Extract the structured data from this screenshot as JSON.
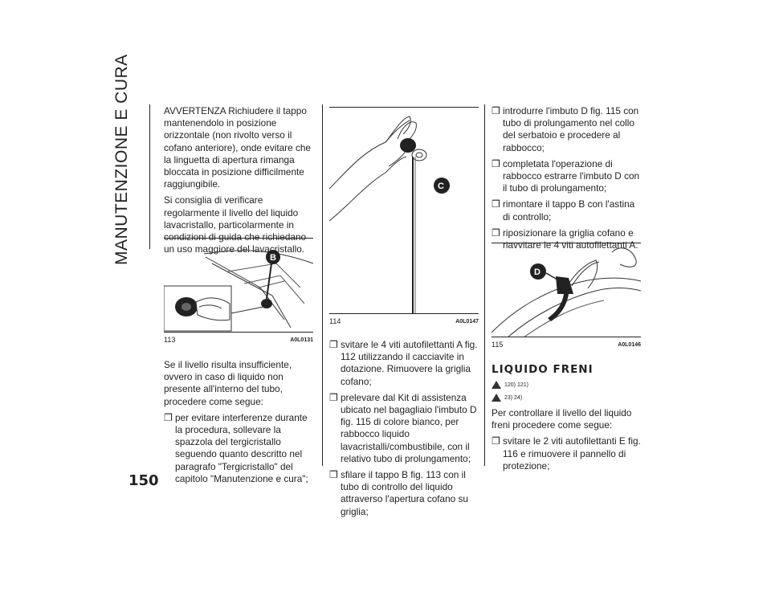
{
  "side_title": "MANUTENZIONE E CURA",
  "page_number": "150",
  "col1": {
    "p1": "AVVERTENZA Richiudere il tappo mantenendolo in posizione orizzontale (non rivolto verso il cofano anteriore), onde evitare che la linguetta di apertura rimanga bloccata in posizione difficilmente raggiungibile.",
    "p2": "Si consiglia di verificare regolarmente il livello del liquido lavacristallo, particolarmente in condizioni di guida che richiedano un uso maggiore del lavacristallo.",
    "fig": {
      "num": "113",
      "code": "A0L0131",
      "label": "B"
    },
    "p3": "Se il livello risulta insufficiente, ovvero in caso di liquido non presente all'interno del tubo, procedere come segue:",
    "b1": "per evitare interferenze durante la procedura, sollevare la spazzola del tergicristallo seguendo quanto descritto nel paragrafo \"Tergicristallo\" del capitolo \"Manutenzione e cura\";"
  },
  "col2": {
    "fig": {
      "num": "114",
      "code": "A0L0147",
      "label": "C"
    },
    "b1": "svitare le 4 viti autofilettanti A fig. 112 utilizzando il cacciavite in dotazione. Rimuovere la griglia cofano;",
    "b2": "prelevare dal Kit di assistenza ubicato nel bagagliaio l'imbuto D fig. 115 di colore bianco, per rabbocco liquido lavacristalli/combustibile, con il relativo tubo di prolungamento;",
    "b3": "sfilare il tappo B fig. 113 con il tubo di controllo del liquido attraverso l'apertura cofano su griglia;"
  },
  "col3": {
    "b1": "introdurre l'imbuto D fig. 115 con tubo di prolungamento nel collo del serbatoio e procedere al rabbocco;",
    "b2": "completata l'operazione di rabbocco estrarre l'imbuto D con il tubo di prolungamento;",
    "b3": "rimontare il tappo B con l'astina di controllo;",
    "b4": "riposizionare la griglia cofano e riavvitare le 4 viti autofilettanti A.",
    "fig": {
      "num": "115",
      "code": "A0L0146",
      "label": "D"
    },
    "heading": "LIQUIDO FRENI",
    "warn1": "120) 121)",
    "warn2": "23) 24)",
    "p1": "Per controllare il livello del liquido freni procedere come segue:",
    "b5": "svitare le 2 viti autofilettanti E fig. 116 e rimuovere il pannello di protezione;"
  },
  "bullet_glyph": "❐"
}
